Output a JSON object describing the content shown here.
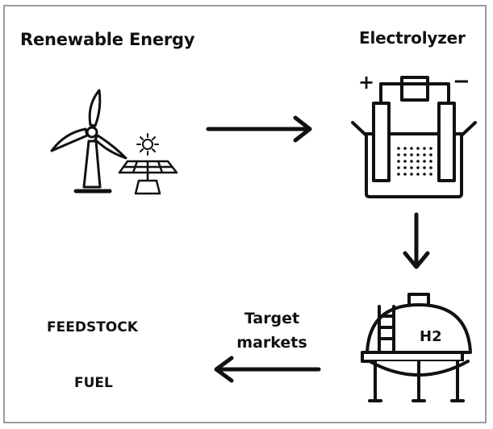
{
  "diagram": {
    "renewable_energy_label": "Renewable Energy",
    "electrolyzer_label": "Electrolyzer",
    "target_markets_label": "Target markets",
    "markets": [
      "FEEDSTOCK",
      "FUEL"
    ],
    "tank_label": "H2",
    "electrode_signs": {
      "positive": "+",
      "negative": "−"
    }
  },
  "icons": [
    "wind-turbine-icon",
    "solar-panel-icon",
    "sun-icon",
    "electrolyzer-icon",
    "hydrogen-tank-icon"
  ],
  "colors": {
    "ink": "#111111",
    "frame": "#9a9a9a",
    "background": "#ffffff"
  }
}
